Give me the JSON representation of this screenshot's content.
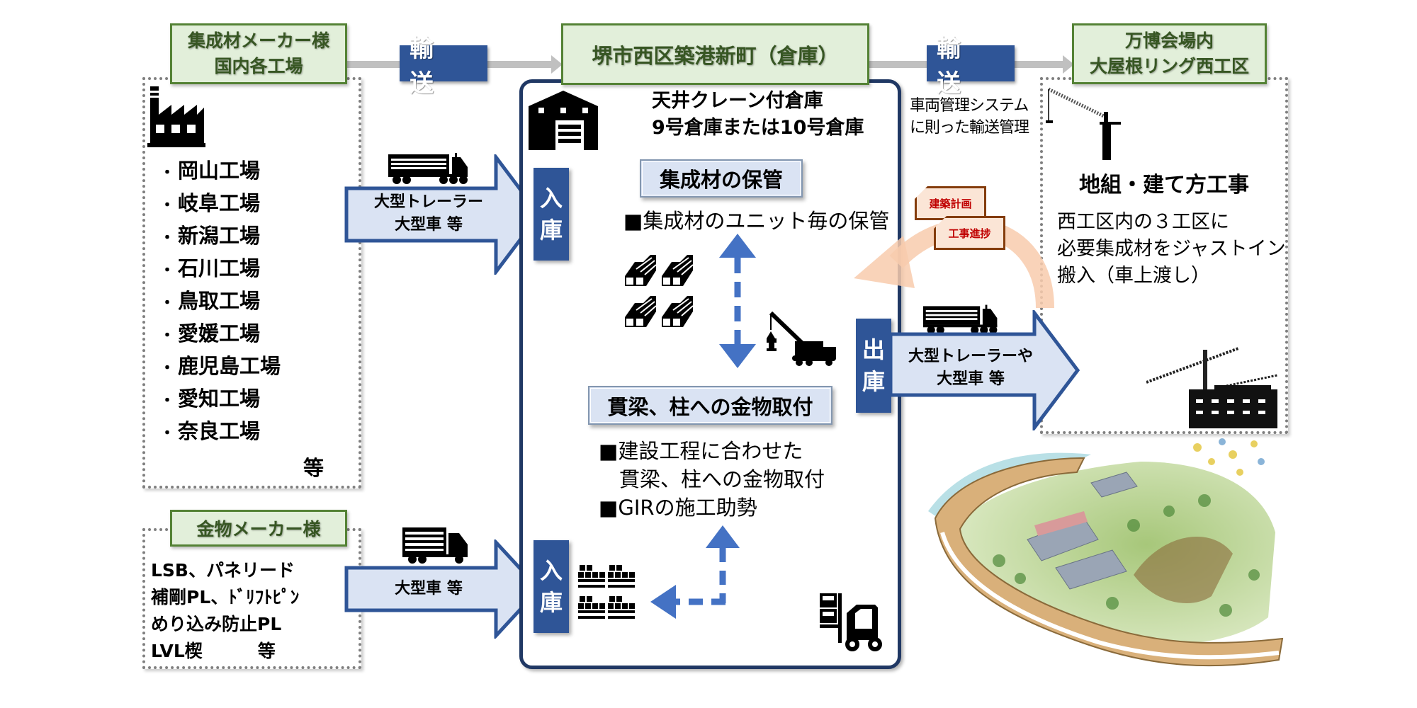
{
  "header": {
    "source_label": [
      "集成材メーカー様",
      "国内各工場"
    ],
    "transport_label_1": "輸　送",
    "warehouse_label": "堺市西区築港新町（倉庫）",
    "transport_label_2": "輸　送",
    "destination_label": [
      "万博会場内",
      "大屋根リング西工区"
    ]
  },
  "factories": {
    "items": [
      "岡山工場",
      "岐阜工場",
      "新潟工場",
      "石川工場",
      "鳥取工場",
      "愛媛工場",
      "鹿児島工場",
      "愛知工場",
      "奈良工場"
    ],
    "bullet": "・",
    "etc": "等"
  },
  "hardware_maker": {
    "label": "金物メーカー様",
    "items": [
      "LSB、パネリード",
      "補剛PL、ﾄﾞﾘﾌﾄﾋﾟﾝ",
      "めり込み防止PL",
      "LVL楔"
    ],
    "etc": "等"
  },
  "arrows": {
    "glulam_in": [
      "大型トレーラー",
      "大型車 等"
    ],
    "hardware_in": "大型車 等",
    "out": [
      "大型トレーラーや",
      "大型車 等"
    ]
  },
  "warehouse": {
    "title": [
      "天井クレーン付倉庫",
      "9号倉庫または10号倉庫"
    ],
    "in_tag": [
      "入",
      "庫"
    ],
    "out_tag": [
      "出",
      "庫"
    ],
    "storage_heading": "集成材の保管",
    "storage_items": [
      "■集成材のユニット毎の保管"
    ],
    "fitting_heading": "貫梁、柱への金物取付",
    "fitting_items": [
      "■建設工程に合わせた",
      "　貫梁、柱への金物取付",
      "■GIRの施工助勢"
    ]
  },
  "transport_note": [
    "車両管理システム",
    "に則った輸送管理"
  ],
  "feedback_tags": [
    "建築計画",
    "工事進捗"
  ],
  "site": {
    "heading": "地組・建て方工事",
    "description": [
      "西工区内の３工区に",
      "必要集成材をジャストイン",
      "搬入（車上渡し）"
    ]
  },
  "colors": {
    "label_green_bg": "#e2efda",
    "label_green_border": "#548235",
    "label_green_text": "#375623",
    "navy": "#2f5597",
    "dark_navy": "#203864",
    "arrow_fill": "#dae3f3",
    "dashed_arrow": "#4472c4",
    "arc_peach": "#f8cbad",
    "tag_red": "#c00000"
  }
}
